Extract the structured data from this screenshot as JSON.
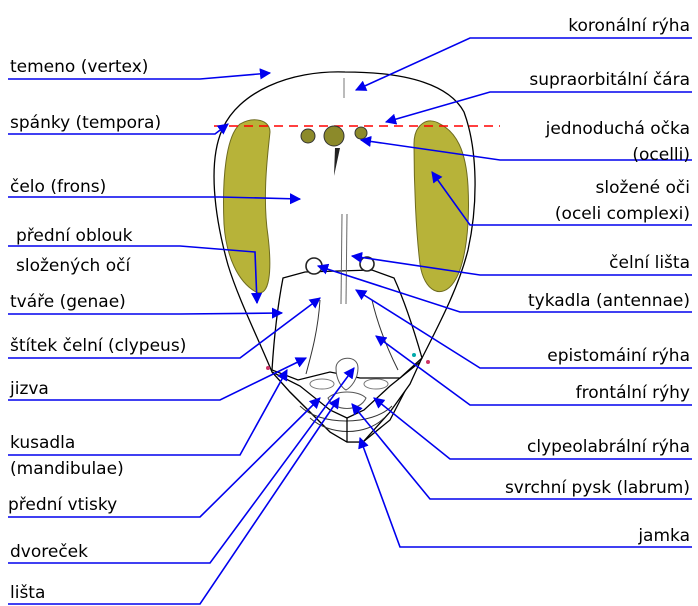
{
  "diagram": {
    "colors": {
      "leader": "#0000ee",
      "compound_eye": "#b7b339",
      "ocellus": "#8c8a2a",
      "supraorbital_line": "#ff0000",
      "outline": "#000000"
    },
    "labels_left": {
      "temeno": "temeno (vertex)",
      "spanky": "spánky (tempora)",
      "celo": "čelo (frons)",
      "predni_oblouk_1": "přední oblouk",
      "predni_oblouk_2": "složených očí",
      "tvare": "tváře (genae)",
      "stitek": "štítek čelní (clypeus)",
      "jizva": "jizva",
      "kusadla_1": "kusadla",
      "kusadla_2": "(mandibulae)",
      "predni_vtisky": "přední vtisky",
      "dvorecek": "dvoreček",
      "lista": "lišta"
    },
    "labels_right": {
      "koronalni": "koronální rýha",
      "supraorbitalni": "supraorbitální čára",
      "ocka_1": "jednoduchá očka",
      "ocka_2": "(ocelli)",
      "slozene_1": "složené oči",
      "slozene_2": "(oceli complexi)",
      "celni_lista": "čelní lišta",
      "tykadla": "tykadla (antennae)",
      "epistomaini": "epistomáiní rýha",
      "frontalni": "frontální rýhy",
      "clypeolabralni": "clypeolabrální rýha",
      "svrchni_pysk": "svrchní pysk (labrum)",
      "jamka": "jamka"
    }
  }
}
